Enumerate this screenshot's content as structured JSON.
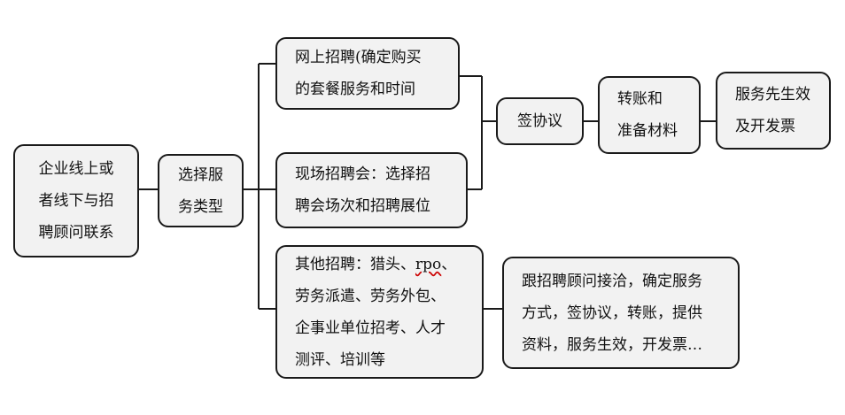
{
  "nodes": {
    "contact": {
      "lines": [
        "企业线上或",
        "者线下与招",
        "聘顾问联系"
      ]
    },
    "select": {
      "lines": [
        "选择服",
        "务类型"
      ]
    },
    "online": {
      "lines": [
        "网上招聘(确定购买",
        "的套餐服务和时间"
      ]
    },
    "onsite": {
      "lines": [
        "现场招聘会：选择招",
        "聘会场次和招聘展位"
      ]
    },
    "other": {
      "line1_prefix": "其他招聘：猎头、",
      "line1_rpo": "rpo",
      "line1_suffix": "、",
      "lines": [
        "劳务派遣、劳务外包、",
        "企事业单位招考、人才",
        "测评、培训等"
      ]
    },
    "sign": {
      "lines": [
        "签协议"
      ]
    },
    "transfer": {
      "lines": [
        "转账和",
        "准备材料"
      ]
    },
    "service": {
      "lines": [
        "服务先生效",
        "及开发票"
      ]
    },
    "followup": {
      "lines": [
        "跟招聘顾问接洽，确定服务",
        "方式，签协议，转账，提供",
        "资料，服务生效，开发票…"
      ]
    }
  }
}
